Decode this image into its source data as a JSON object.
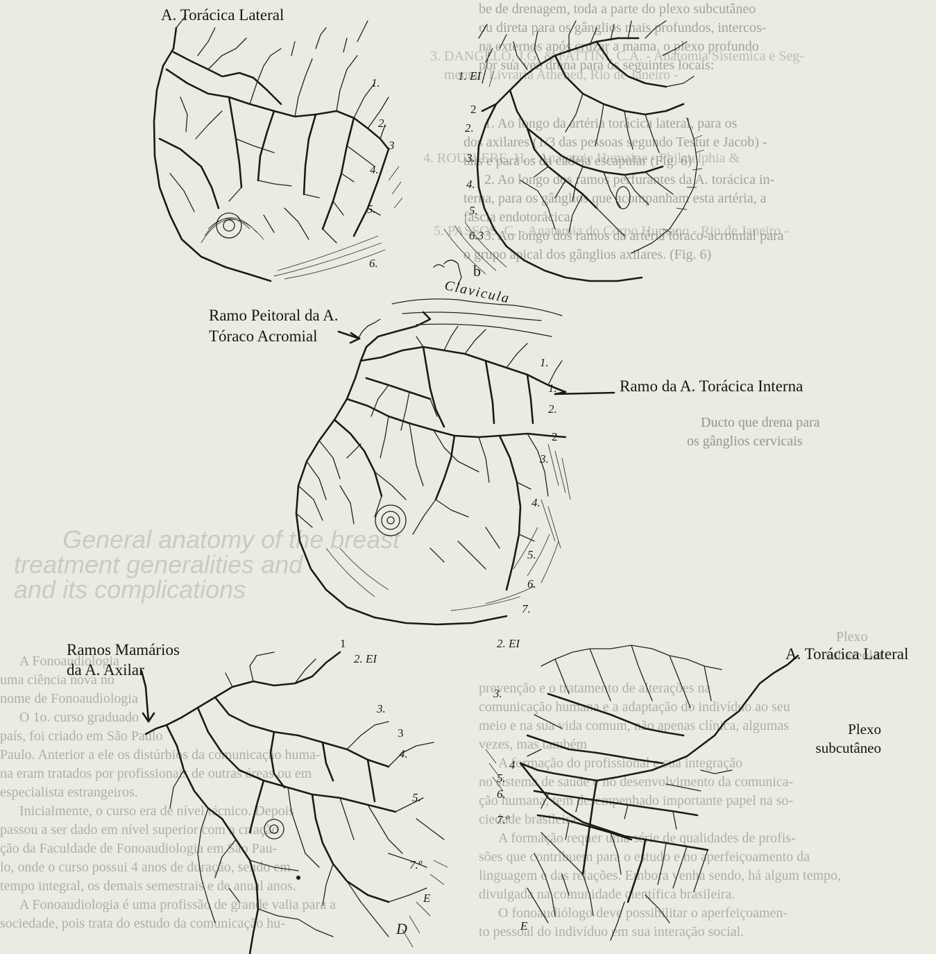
{
  "labels": {
    "tl_title": "A. Torácica Lateral",
    "peitoral_line1": "Ramo Peitoral da A.",
    "peitoral_line2": "Tóraco Acromial",
    "interna": "Ramo da A. Torácica Interna",
    "mamarios_line1": "Ramos Mamários",
    "mamarios_line2": "da A. Axilar",
    "br_title": "A. Torácica Lateral",
    "plexo_line1": "Plexo",
    "plexo_line2": "subcutâneo",
    "clavicula": "Clavicula",
    "fig_b": "b",
    "fig_d": "D"
  },
  "fig_numbers": {
    "tl": [
      "1.",
      "2.",
      "3",
      "4.",
      "5.",
      "6."
    ],
    "tr": [
      "1. EI",
      "2",
      "2.",
      "3.",
      "4.",
      "5.",
      "6.3"
    ],
    "center": [
      "1.",
      "1.",
      "2.",
      "2",
      "3.",
      "4.",
      "5.",
      "6.",
      "7."
    ],
    "bl": [
      "1",
      "2. EI",
      "3.",
      "3",
      "4.",
      "5.",
      "7.º",
      "E"
    ],
    "br": [
      "2. EI",
      "3.",
      "4",
      "5.",
      "6.",
      "7.º",
      "E"
    ]
  },
  "bleed_through": {
    "right_top": [
      "be de drenagem, toda a parte do plexo subcutâneo",
      "ou direta para os gânglios mais profundos, intercos-",
      "na externos após cruzar a mama. o plexo profundo",
      "por sua vez drena para os seguintes locais:",
      "1. Ao longo da artéria torácica lateral, para os",
      "dos axilares (1/3 das pessoas segundo Testut e Jacob) -",
      "tais e para os da cadeia escapular (Fig. 6)",
      "2. Ao longo dos ramos perfurantes da A. torácica in-",
      "terna, para os gânglios que acompanham esta artéria, a",
      "fáscia endotorácica.",
      "3. Ao longo dos ramos da artéria tóraco-acromial para",
      "o grupo apical dos gânglios axilares. (Fig. 6)"
    ],
    "left_top": [
      "3. DANGELO, J.G. & FATTINI, C.A. - Anatomia Sistemica e Seg-",
      "mentar. Livraria Atheneu, Rio de Janeiro -",
      "4. ROUVIERE, H. - Anatomie Humaine - Philatelphia &",
      "5. PASSOS, C. - Anatomia do Corpo Humano - Rio de Janeiro -"
    ],
    "middle": [
      "Ducto que drena para",
      "os gânglios cervicais",
      "General anatomy of the breast",
      "treatment generalities and",
      "and its complications"
    ],
    "left_bottom": [
      "A Fonoaudiologia",
      "uma ciência nova no",
      "nome de Fonoaudiologia",
      "O 1o. curso graduado",
      "país, foi criado em São Paulo",
      "Paulo. Anterior a ele os distúrbios da comunicação huma-",
      "na eram tratados por profissionais de outras áreas ou em",
      "especialista estrangeiros.",
      "Inicialmente, o curso era de nível técnico. Depois",
      "passou a ser dado em nível superior com a criação",
      "ção da Faculdade de Fonoaudiologia em São Pau-",
      "lo, onde o curso possui 4 anos de duração, sendo em",
      "tempo integral, os demais semestrais e de anual anos.",
      "A Fonoaudiologia é uma profissão de grande valia para a",
      "sociedade, pois trata do estudo da comunicação hu-"
    ],
    "right_bottom": [
      "Plexo",
      "subareolar",
      "prevenção e o tratamento de alterações na",
      "comunicação humana e a adaptação do indivíduo ao seu",
      "meio e na sua vida comum, não apenas clínica, algumas",
      "vezes, mas também",
      "A formação do profissional e sua integração",
      "no sistema de saúde e no desenvolvimento da comunica-",
      "ção humana, tem desempenhado importante papel na so-",
      "ciedade brasileira.",
      "A formação requer uma série de qualidades de profis-",
      "sões que contribuem para o estudo e no aperfeiçoamento da",
      "linguagem e das relações. Embora venha sendo, há algum tempo,",
      "divulgada na comunidade científica brasileira.",
      "O fonoaudiólogo deve possibilitar o aperfeiçoamen-",
      "to pessoal do indivíduo em sua interação social."
    ]
  }
}
